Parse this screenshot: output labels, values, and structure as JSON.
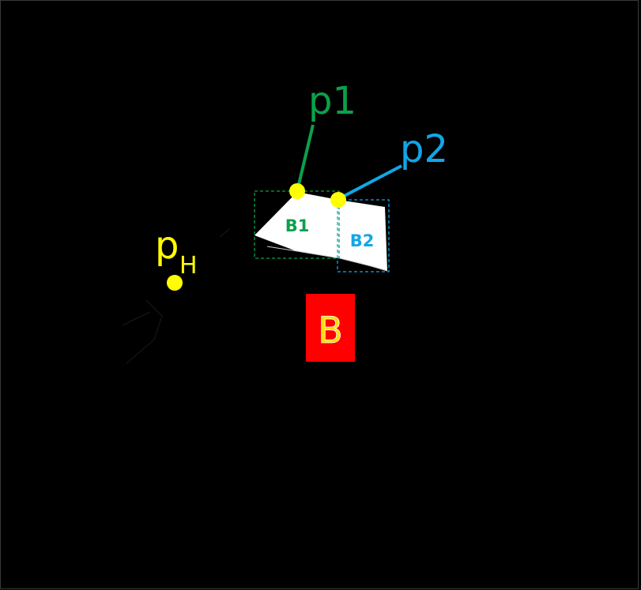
{
  "labels": {
    "p1": "p1",
    "p2": "p2",
    "pH_main": "p",
    "pH_sub": "H",
    "b1": "B1",
    "b2": "B2",
    "b": "B"
  },
  "colors": {
    "background": "#000000",
    "p1": "#0aa14b",
    "p2": "#11a6e8",
    "point": "#ffff00",
    "shape": "#ffffff",
    "b_box": "#ff0000",
    "b_text": "#ffe000"
  }
}
